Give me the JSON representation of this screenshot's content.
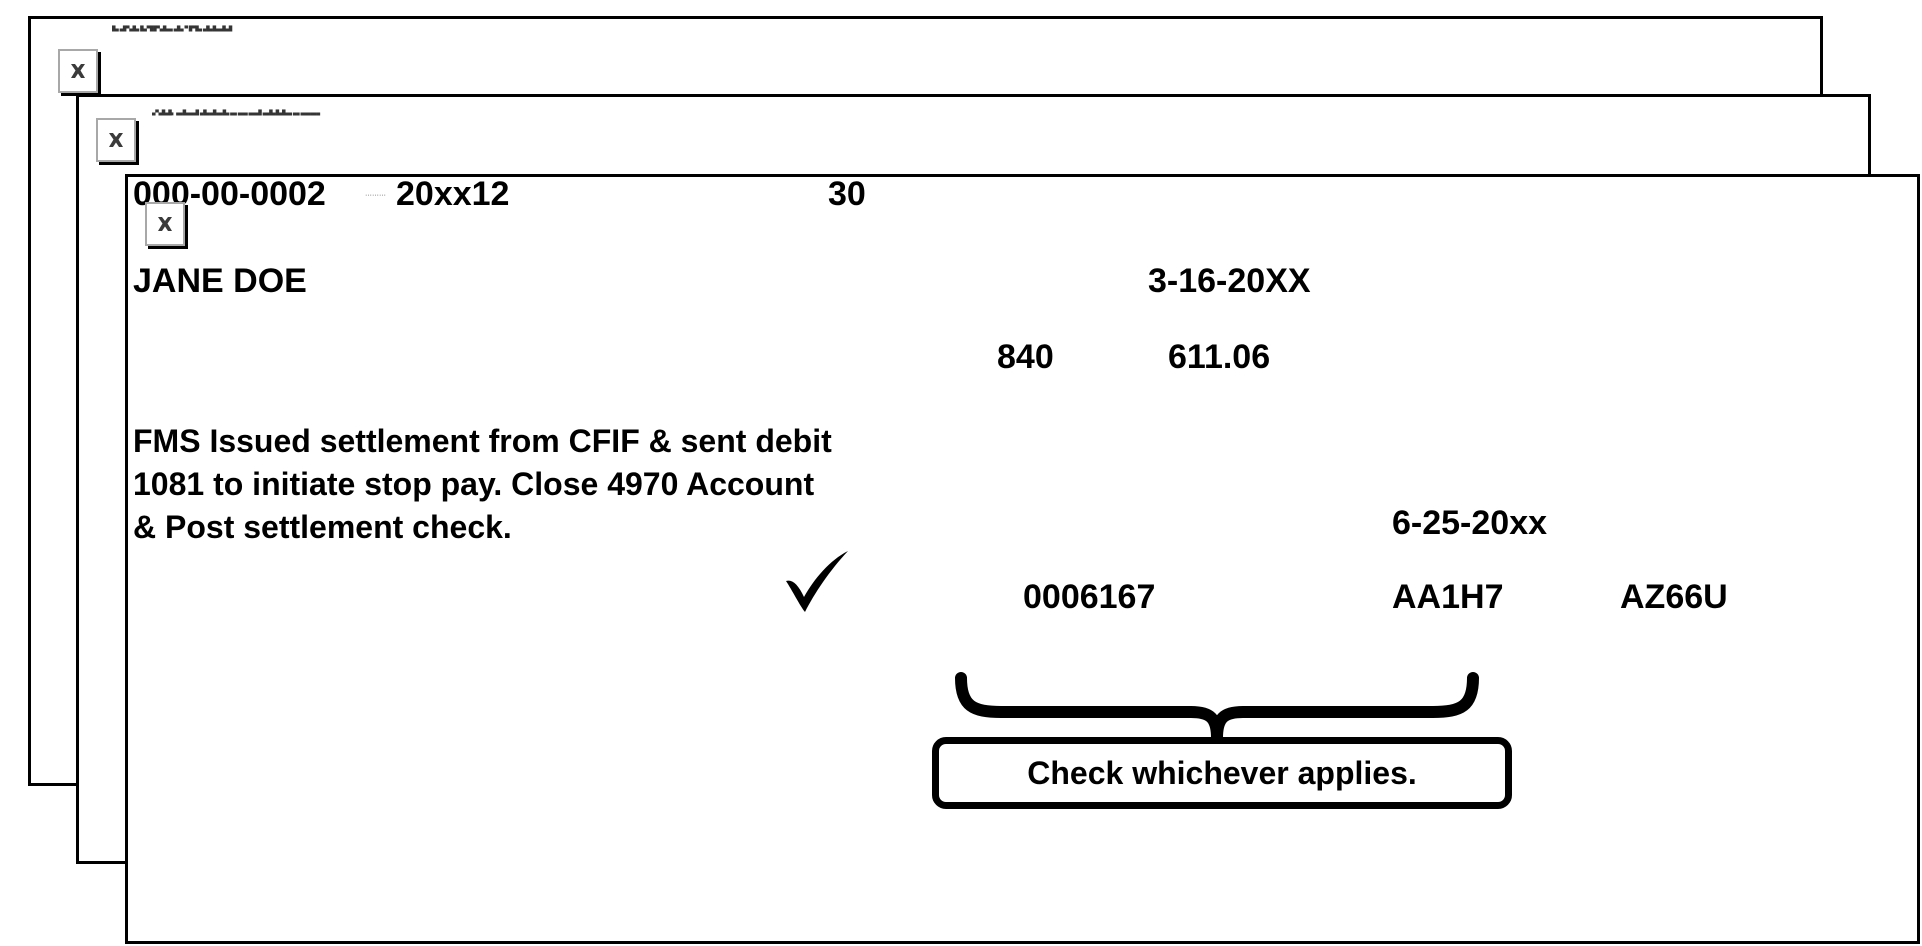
{
  "document": {
    "title": "Settlement Form Scan",
    "frames": [
      {
        "name": "outer",
        "alt_text": "█▄ ▄█▀▄█▄ █▄▀██▀▄█▄▄ ▄█▄ ▀ █▀█▄ ▄█▄█▄▄█▄█"
      },
      {
        "name": "middle",
        "alt_text": "▄▀▄█▄█▖ ▄▄█▄▄▄█ ▄█▄▄█▄▄█▄ ▄▄ ▄▄▄ ▄▄▄█ ▄▄█▄█▄█▄▄ ▄▄ ▄▄▄▄▄▄"
      },
      {
        "name": "inner",
        "alt_text": ""
      }
    ],
    "icons": {
      "broken_image": "broken-image-icon"
    }
  },
  "form": {
    "account_number": "000-00-0002",
    "dotted_artifact": "·········",
    "period": "20xx12",
    "code_30": "30",
    "payee_name": "JANE DOE",
    "date_issued": "3-16-20XX",
    "amount_code": "840",
    "amount": "611.06",
    "note_line_1": "FMS Issued settlement from CFIF & sent debit",
    "note_line_2": "1081 to initiate stop pay. Close 4970 Account",
    "note_line_3": "& Post settlement check.",
    "date_closed": "6-25-20xx",
    "check_number": "0006167",
    "code_aa1h7": "AA1H7",
    "code_az66u": "AZ66U",
    "checkmark": "checkmark-icon"
  },
  "callout": {
    "text": "Check whichever applies."
  },
  "colors": {
    "ink": "#000000",
    "paper": "#ffffff",
    "icon_border": "#a8a8a8"
  }
}
